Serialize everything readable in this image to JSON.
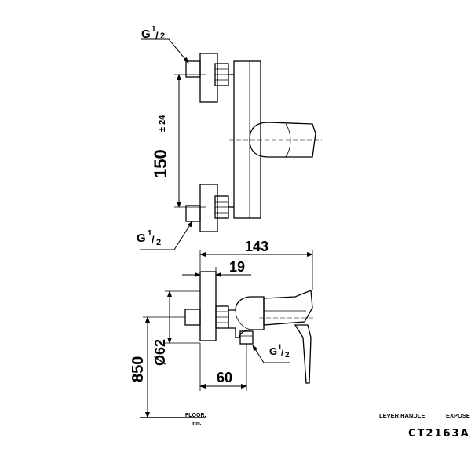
{
  "thread_top": {
    "prefix": "G",
    "num": "1",
    "den": "2"
  },
  "thread_bottom": {
    "prefix": "G",
    "num": "1",
    "den": "2"
  },
  "thread_side": {
    "prefix": "G",
    "num": "1",
    "den": "2"
  },
  "dim_center": "150",
  "dim_tolerance": "± 24",
  "dim_width": "143",
  "dim_offset": "19",
  "dim_diameter": "Ø62",
  "dim_height": "850",
  "dim_depth": "60",
  "floor_label": "FLOOR.",
  "floor_unit": "mm.",
  "product_desc_1": "LEVER HANDLE",
  "product_desc_2": "EXPOSE",
  "product_code": "CT2163A"
}
